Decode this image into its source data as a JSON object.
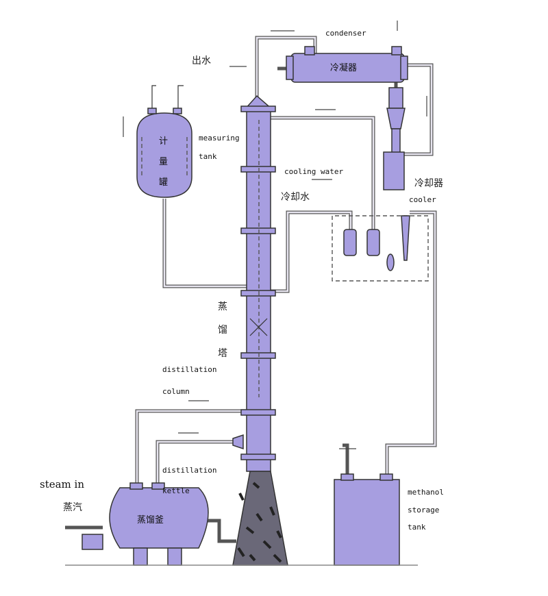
{
  "labels": {
    "condenser_en": "condenser",
    "condenser_zh": "冷凝器",
    "water_out_zh": "出水",
    "measuring_tank_en_1": "measuring",
    "measuring_tank_en_2": "tank",
    "measuring_tank_zh_1": "计",
    "measuring_tank_zh_2": "量",
    "measuring_tank_zh_3": "罐",
    "cooling_water_en": "cooling water",
    "cooling_water_zh": "冷却水",
    "cooler_zh": "冷却器",
    "cooler_en": "cooler",
    "column_zh_1": "蒸",
    "column_zh_2": "馏",
    "column_zh_3": "塔",
    "distillation_column_en_1": "distillation",
    "distillation_column_en_2": "column",
    "distillation_kettle_en_1": "distillation",
    "distillation_kettle_en_2": "kettle",
    "steam_in_en": "steam in",
    "steam_zh": "蒸汽",
    "kettle_zh": "蒸馏釜",
    "storage_tank_en_1": "methanol",
    "storage_tank_en_2": "storage",
    "storage_tank_en_3": "tank"
  },
  "colors": {
    "equipment": "#a79ee0",
    "pipe": "#555555",
    "outline": "#333333",
    "background": "#ffffff"
  }
}
